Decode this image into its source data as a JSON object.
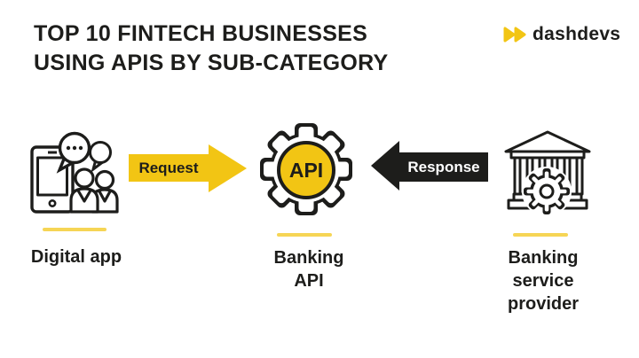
{
  "colors": {
    "brand_yellow": "#F2C514",
    "ink_black": "#1D1D1B",
    "background": "#FFFFFF"
  },
  "header": {
    "title_line1": "TOP 10 FINTECH BUSINESSES",
    "title_line2": "USING APIS BY SUB-CATEGORY",
    "logo_text": "dashdevs"
  },
  "flow": {
    "request_label": "Request",
    "response_label": "Response",
    "api_badge": "API"
  },
  "nodes": {
    "digital_app": {
      "label": "Digital app",
      "icon": "smartphone-chat-people-icon"
    },
    "banking_api": {
      "lines": [
        "Banking",
        "API"
      ],
      "icon": "api-gear-icon"
    },
    "banking_service_provider": {
      "lines": [
        "Banking",
        "service",
        "provider"
      ],
      "icon": "bank-building-gear-icon"
    }
  }
}
